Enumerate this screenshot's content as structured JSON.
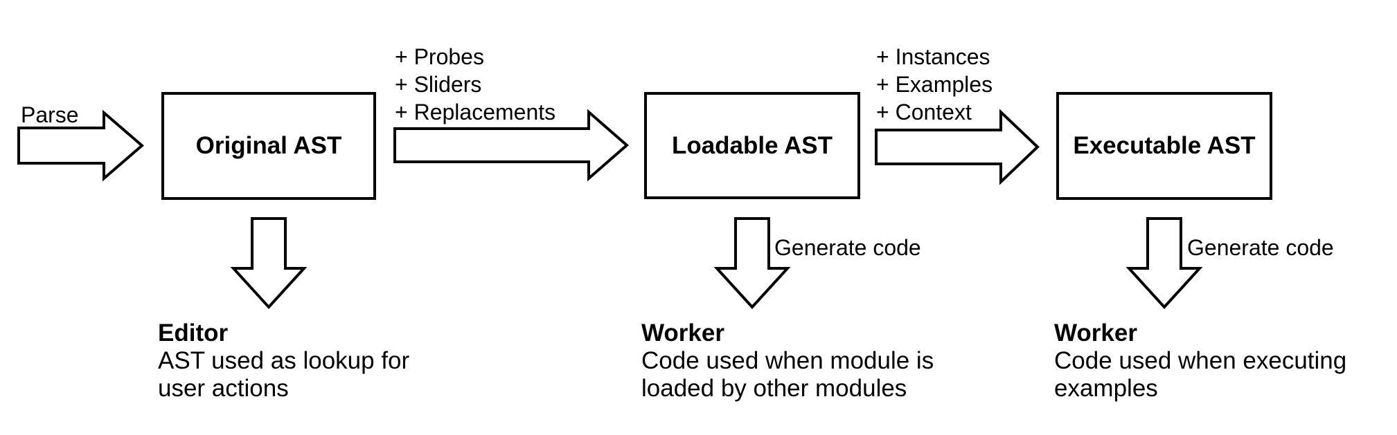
{
  "colors": {
    "background": "#ffffff",
    "ink": "#000000"
  },
  "flow": {
    "parse_label": "Parse",
    "boxes": [
      {
        "label": "Original AST"
      },
      {
        "label": "Loadable AST"
      },
      {
        "label": "Executable AST"
      }
    ],
    "transforms": [
      {
        "annotations": [
          "+ Probes",
          "+ Sliders",
          "+ Replacements"
        ]
      },
      {
        "annotations": [
          "+ Instances",
          "+ Examples",
          "+ Context"
        ]
      }
    ],
    "down_arrows": [
      {
        "label": ""
      },
      {
        "label": "Generate code"
      },
      {
        "label": "Generate code"
      }
    ],
    "outputs": [
      {
        "title": "Editor",
        "lines": [
          "AST used as lookup for",
          "user actions"
        ]
      },
      {
        "title": "Worker",
        "lines": [
          "Code used when module is",
          "loaded by other modules"
        ]
      },
      {
        "title": "Worker",
        "lines": [
          "Code used when executing",
          "examples"
        ]
      }
    ]
  }
}
